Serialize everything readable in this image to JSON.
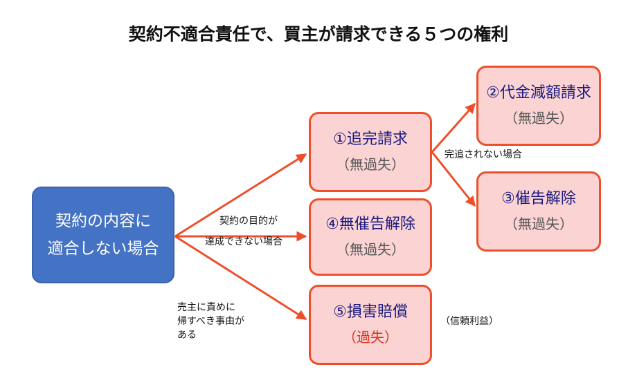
{
  "title": "契約不適合責任で、買主が請求できる５つの権利",
  "source": {
    "line1": "契約の内容に",
    "line2": "適合しない場合"
  },
  "rights": [
    {
      "name": "①追完請求",
      "fault": "（無過失）"
    },
    {
      "name": "②代金減額請求",
      "fault": "（無過失）"
    },
    {
      "name": "③催告解除",
      "fault": "（無過失）"
    },
    {
      "name": "④無催告解除",
      "fault": "（無過失）"
    },
    {
      "name": "⑤損害賠償",
      "fault": "（過失）"
    }
  ],
  "labels": {
    "not_completed": "完追されない場合",
    "purpose_line1": "契約の目的が",
    "purpose_line2": "達成できない場合",
    "seller_line1": "売主に責めに",
    "seller_line2": "帰すべき事由が",
    "seller_line3": "ある",
    "reliance": "（信頼利益）"
  },
  "colors": {
    "source_fill": "#4472c4",
    "right_fill": "#fbd3d3",
    "right_border": "#ee4f2a",
    "arrow": "#ee4f2a",
    "fault_highlight": "#e0301e"
  }
}
